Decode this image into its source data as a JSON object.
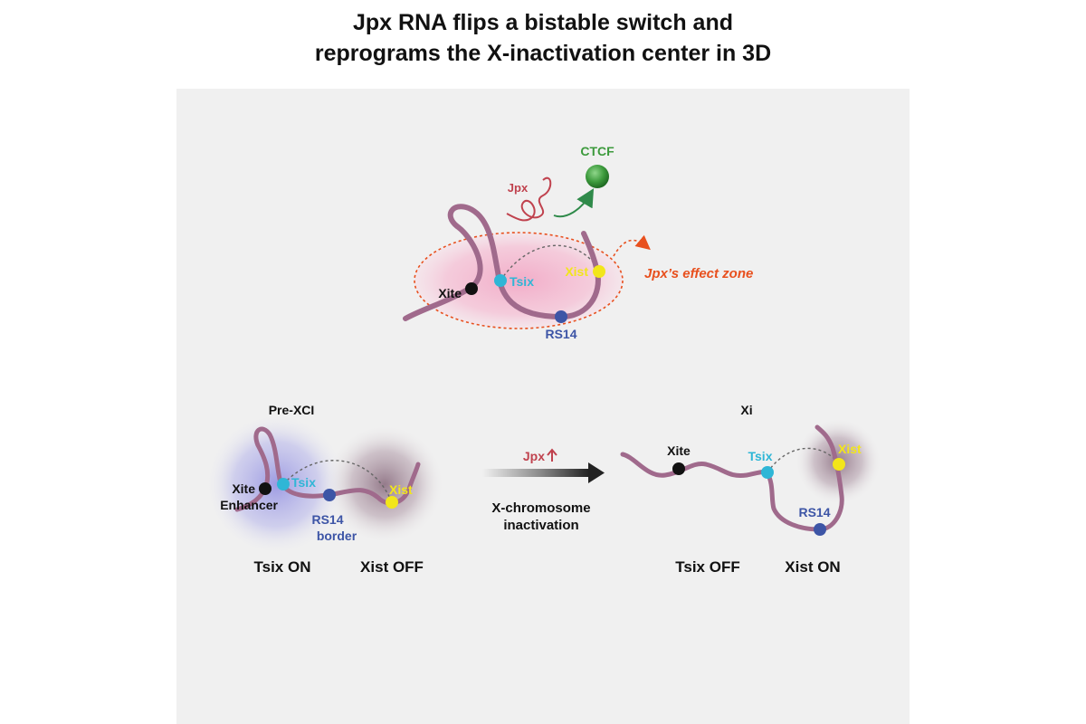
{
  "title": {
    "line1": "Jpx RNA flips a bistable switch and",
    "line2": "reprograms the X-inactivation center in 3D"
  },
  "top_model": {
    "ctcf": "CTCF",
    "jpx": "Jpx",
    "xite": "Xite",
    "tsix": "Tsix",
    "xist": "Xist",
    "rs14": "RS14",
    "effect_zone": "Jpx’s effect zone"
  },
  "pre_xci": {
    "heading": "Pre-XCI",
    "xite": "Xite",
    "enhancer": "Enhancer",
    "tsix": "Tsix",
    "rs14": "RS14",
    "border": "border",
    "xist": "Xist",
    "tsix_state": "Tsix ON",
    "xist_state": "Xist OFF"
  },
  "transition": {
    "jpx_up": "Jpx",
    "line1": "X-chromosome",
    "line2": "inactivation"
  },
  "xi": {
    "heading": "Xi",
    "xite": "Xite",
    "tsix": "Tsix",
    "xist": "Xist",
    "rs14": "RS14",
    "tsix_state": "Tsix OFF",
    "xist_state": "Xist ON"
  },
  "colors": {
    "chromatin": "#a06a8c",
    "xite": "#111111",
    "tsix": "#2fb6d6",
    "xist": "#f2e61a",
    "rs14": "#3d55a6",
    "ctcf": "#3c9a3c",
    "jpx": "#c0424e",
    "effect_zone": "#e8501e"
  }
}
